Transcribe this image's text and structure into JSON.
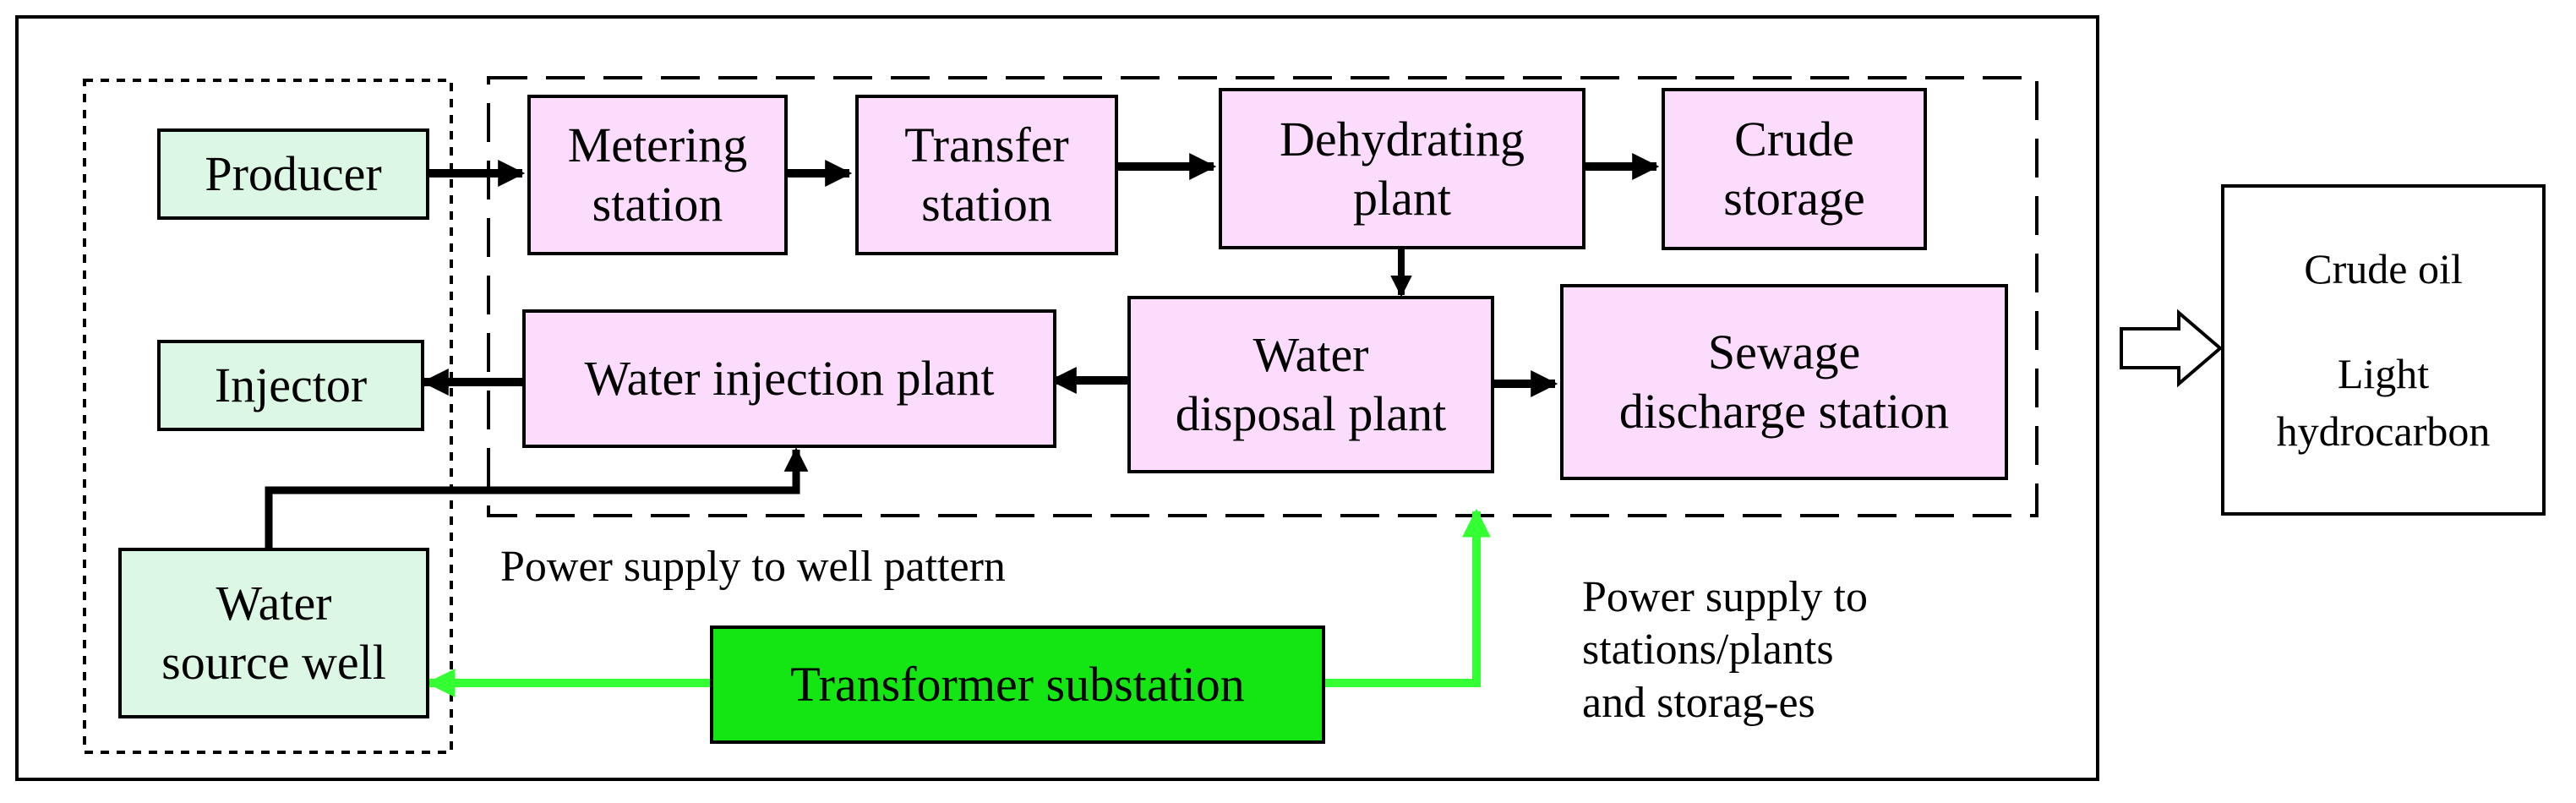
{
  "wells": {
    "producer": "Producer",
    "injector": "Injector",
    "water_source_well": "Water\nsource well"
  },
  "plants": {
    "metering_station": "Metering\nstation",
    "transfer_station": "Transfer\nstation",
    "dehydrating_plant": "Dehydrating\nplant",
    "crude_storage": "Crude\nstorage",
    "water_injection_plant": "Water injection plant",
    "water_disposal_plant": "Water\ndisposal plant",
    "sewage_discharge_station": "Sewage\ndischarge station"
  },
  "transformer_substation": "Transformer substation",
  "notes": {
    "power_supply_well_pattern": "Power supply to well pattern",
    "power_supply_stations": "Power supply to\nstations/plants\n and storag-es"
  },
  "products": {
    "crude_oil": "Crude oil",
    "light_hydrocarbon": "Light\nhydrocarbon"
  },
  "colors": {
    "well_fill": "#dcf8e4",
    "plant_fill": "#fcdcfc",
    "transformer_fill": "#14e614",
    "power_line": "#33ff33",
    "flow_line": "#000000"
  }
}
